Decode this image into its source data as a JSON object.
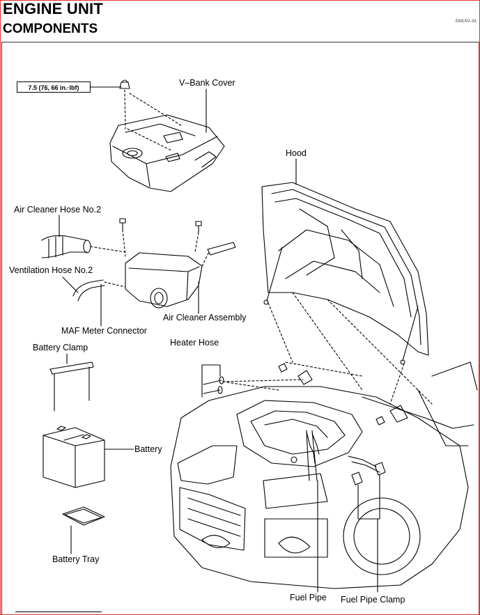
{
  "header": {
    "title": "ENGINE UNIT",
    "subtitle": "COMPONENTS",
    "page_code": "EM1XV–01"
  },
  "torque_spec": "7.5 (76, 66 in.·lbf)",
  "labels": {
    "v_bank_cover": "V–Bank Cover",
    "hood": "Hood",
    "air_cleaner_hose": "Air Cleaner Hose No.2",
    "ventilation_hose": "Ventilation Hose No.2",
    "maf_meter_connector": "MAF Meter Connector",
    "air_cleaner_assembly": "Air Cleaner Assembly",
    "heater_hose": "Heater Hose",
    "battery_clamp": "Battery Clamp",
    "battery": "Battery",
    "battery_tray": "Battery Tray",
    "fuel_pipe": "Fuel Pipe",
    "fuel_pipe_clamp": "Fuel Pipe Clamp"
  }
}
